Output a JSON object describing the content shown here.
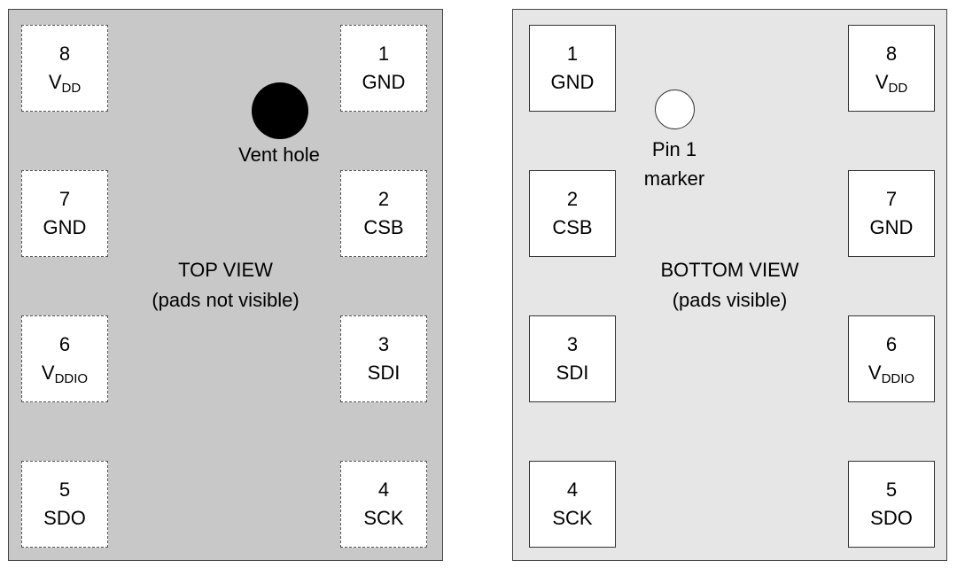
{
  "top_view": {
    "title_line1": "TOP VIEW",
    "title_line2": "(pads not visible)",
    "vent_label": "Vent hole",
    "pads": [
      {
        "num": "8",
        "name": "V",
        "sub": "DD"
      },
      {
        "num": "1",
        "name": "GND",
        "sub": ""
      },
      {
        "num": "7",
        "name": "GND",
        "sub": ""
      },
      {
        "num": "2",
        "name": "CSB",
        "sub": ""
      },
      {
        "num": "6",
        "name": "V",
        "sub": "DDIO"
      },
      {
        "num": "3",
        "name": "SDI",
        "sub": ""
      },
      {
        "num": "5",
        "name": "SDO",
        "sub": ""
      },
      {
        "num": "4",
        "name": "SCK",
        "sub": ""
      }
    ]
  },
  "bottom_view": {
    "title_line1": "BOTTOM VIEW",
    "title_line2": "(pads visible)",
    "marker_line1": "Pin 1",
    "marker_line2": "marker",
    "pads": [
      {
        "num": "1",
        "name": "GND",
        "sub": ""
      },
      {
        "num": "8",
        "name": "V",
        "sub": "DD"
      },
      {
        "num": "2",
        "name": "CSB",
        "sub": ""
      },
      {
        "num": "7",
        "name": "GND",
        "sub": ""
      },
      {
        "num": "3",
        "name": "SDI",
        "sub": ""
      },
      {
        "num": "6",
        "name": "V",
        "sub": "DDIO"
      },
      {
        "num": "4",
        "name": "SCK",
        "sub": ""
      },
      {
        "num": "5",
        "name": "SDO",
        "sub": ""
      }
    ]
  },
  "colors": {
    "top_body": "#c8c8c8",
    "bottom_body": "#e6e6e6",
    "vent_hole": "#000000",
    "pin1_marker": "#ffffff"
  }
}
